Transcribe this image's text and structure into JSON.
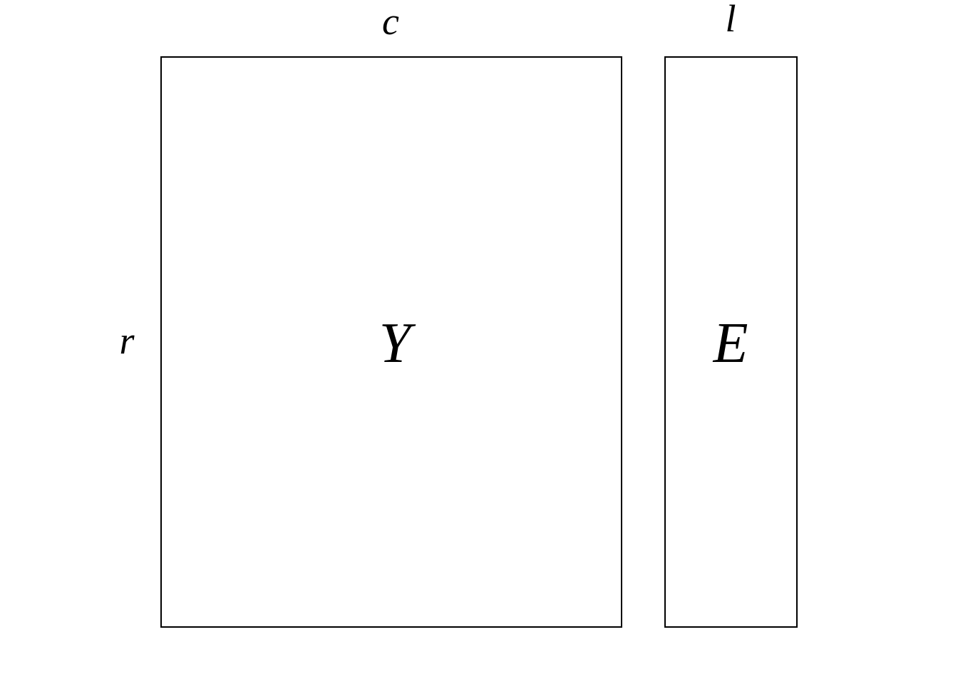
{
  "diagram": {
    "matrices": [
      {
        "name": "Y",
        "row_label": "r",
        "col_label": "c"
      },
      {
        "name": "E",
        "col_label": "l"
      }
    ]
  }
}
